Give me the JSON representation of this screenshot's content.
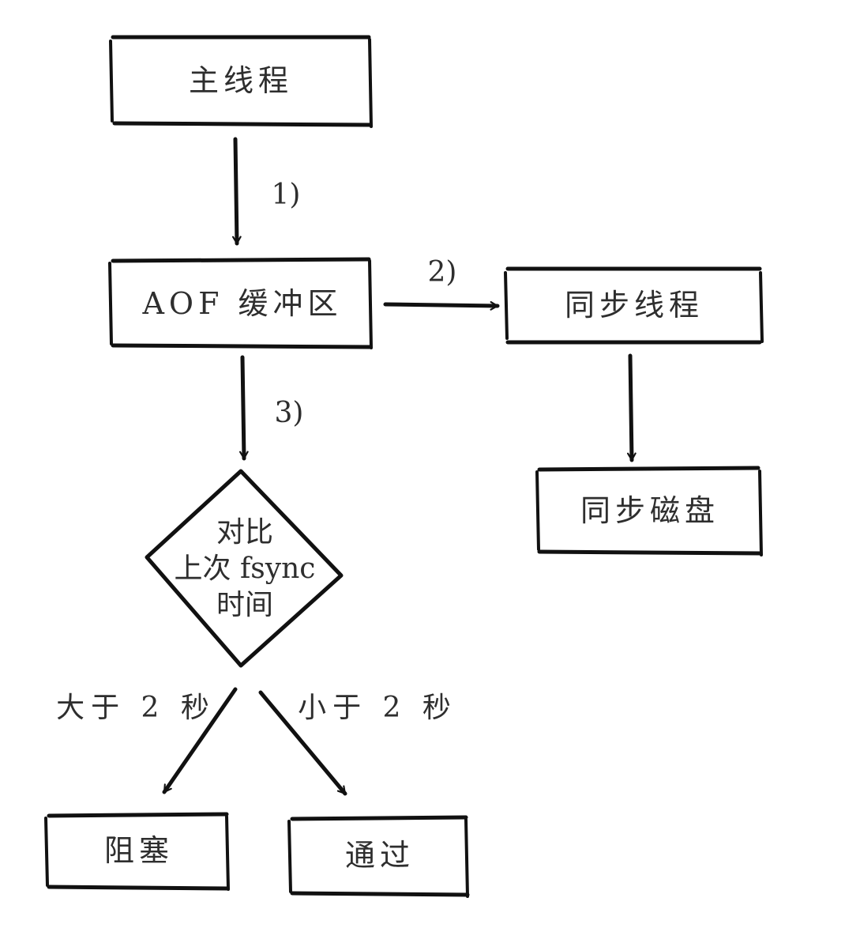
{
  "nodes": {
    "main_thread": "主线程",
    "aof_buffer": "AOF 缓冲区",
    "sync_thread": "同步线程",
    "sync_disk": "同步磁盘",
    "decision": [
      "对比",
      "上次 fsync",
      "时间"
    ],
    "block": "阻塞",
    "pass": "通过"
  },
  "edges": {
    "step1": "1)",
    "step2": "2)",
    "step3": "3)",
    "greater": "大于 2 秒",
    "less": "小于 2 秒"
  }
}
